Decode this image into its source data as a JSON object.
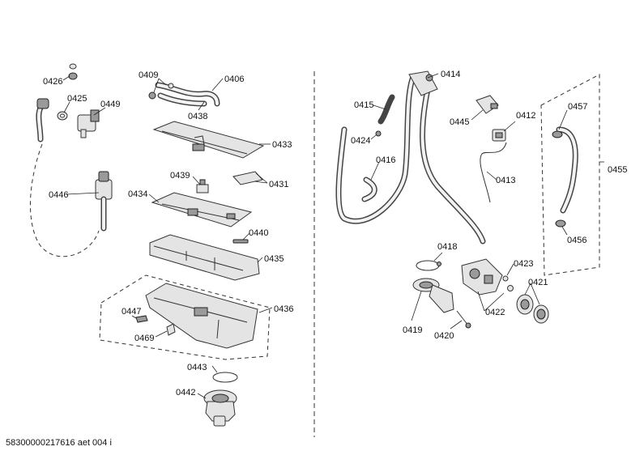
{
  "footer": {
    "code": "58300000217616 aet 004 i"
  },
  "labels": {
    "p0426": "0426",
    "p0425": "0425",
    "p0449": "0449",
    "p0446": "0446",
    "p0409": "0409",
    "p0406": "0406",
    "p0438": "0438",
    "p0433": "0433",
    "p0439": "0439",
    "p0431": "0431",
    "p0434": "0434",
    "p0440": "0440",
    "p0435": "0435",
    "p0436": "0436",
    "p0447": "0447",
    "p0469": "0469",
    "p0443": "0443",
    "p0442": "0442",
    "p0414": "0414",
    "p0415": "0415",
    "p0424": "0424",
    "p0416": "0416",
    "p0445": "0445",
    "p0412": "0412",
    "p0413": "0413",
    "p0457": "0457",
    "p0455": "0455",
    "p0456": "0456",
    "p0418": "0418",
    "p0423": "0423",
    "p0421": "0421",
    "p0422": "0422",
    "p0419": "0419",
    "p0420": "0420"
  }
}
